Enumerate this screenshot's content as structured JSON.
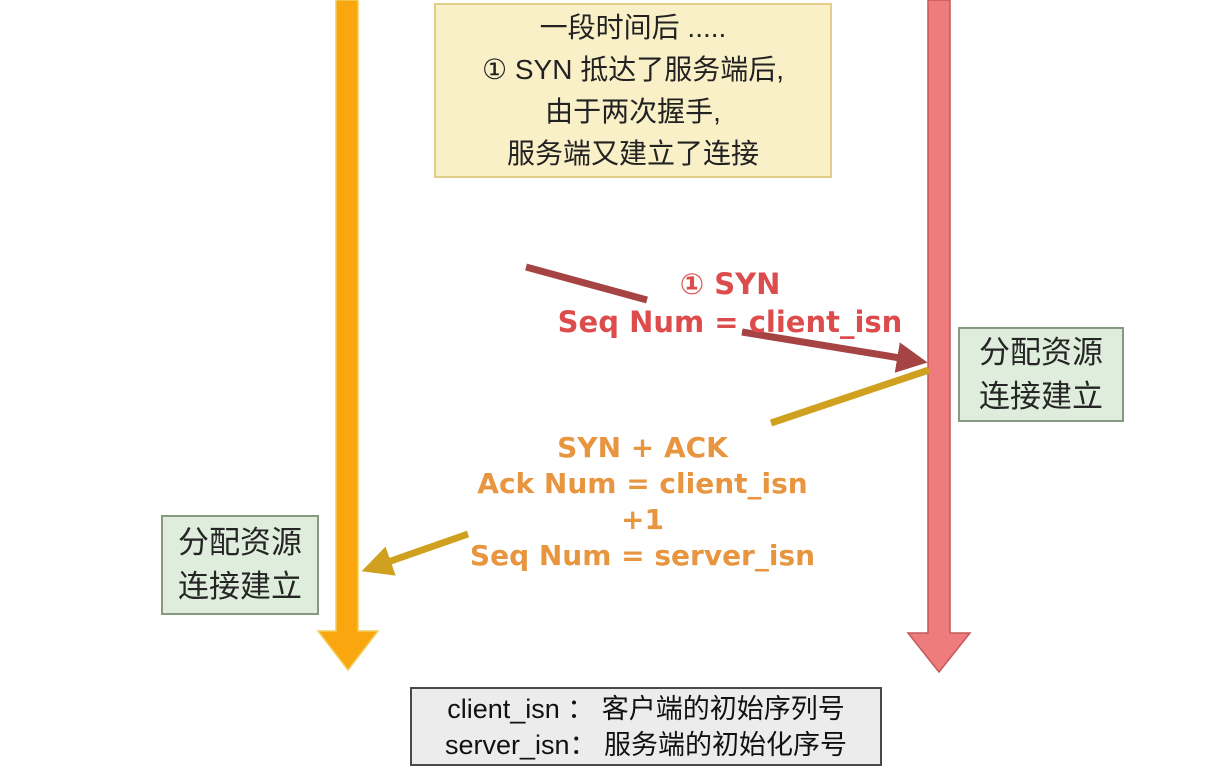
{
  "note_box": {
    "lines": [
      "一段时间后 .....",
      "① SYN 抵达了服务端后,",
      "由于两次握手,",
      "服务端又建立了连接"
    ]
  },
  "syn_message": {
    "title": "① SYN",
    "seq": "Seq Num = client_isn"
  },
  "synack_message": {
    "title": "SYN + ACK",
    "ack": "Ack Num =  client_isn +1",
    "seq": "Seq Num = server_isn"
  },
  "server_state_box": {
    "lines": [
      "分配资源",
      "连接建立"
    ]
  },
  "client_state_box": {
    "lines": [
      "分配资源",
      "连接建立"
    ]
  },
  "legend_box": {
    "lines": [
      "client_isn ： 客户端的初始序列号",
      "server_isn： 服务端的初始化序号"
    ]
  },
  "colors": {
    "client_lifeline": "#f9a60f",
    "server_lifeline": "#ee7c7c",
    "syn_text": "#dd4c4c",
    "syn_arrow": "#a64444",
    "synack_text": "#e8953f",
    "synack_arrow": "#d0a01f",
    "note_box_bg": "#faf0c8",
    "state_box_bg": "#dfeedc",
    "legend_box_bg": "#ececec"
  }
}
